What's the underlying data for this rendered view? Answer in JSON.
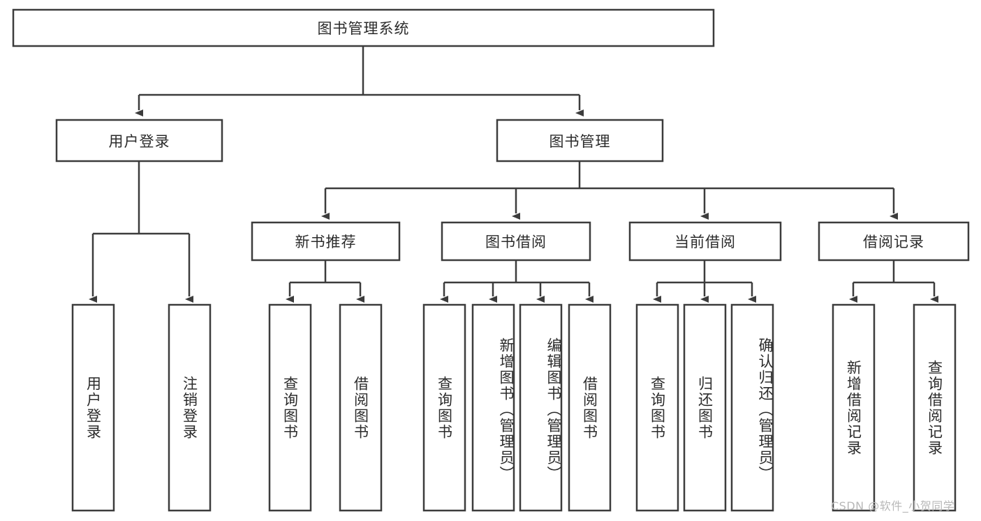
{
  "diagram": {
    "title": "图书管理系统",
    "type": "tree-hierarchy-chart",
    "root": {
      "id": "root",
      "label": "图书管理系统",
      "orientation": "horizontal"
    },
    "level2": [
      {
        "id": "user-login",
        "label": "用户登录",
        "orientation": "horizontal"
      },
      {
        "id": "book-manage",
        "label": "图书管理",
        "orientation": "horizontal"
      }
    ],
    "level3": [
      {
        "id": "new-book-recommend",
        "label": "新书推荐",
        "orientation": "horizontal",
        "parent": "book-manage"
      },
      {
        "id": "book-borrow",
        "label": "图书借阅",
        "orientation": "horizontal",
        "parent": "book-manage"
      },
      {
        "id": "current-borrow",
        "label": "当前借阅",
        "orientation": "horizontal",
        "parent": "book-manage"
      },
      {
        "id": "borrow-record",
        "label": "借阅记录",
        "orientation": "horizontal",
        "parent": "book-manage"
      }
    ],
    "leaves": [
      {
        "id": "leaf-user-login",
        "label": "用户登录",
        "orientation": "vertical",
        "parent": "user-login"
      },
      {
        "id": "leaf-logout-login",
        "label": "注销登录",
        "orientation": "vertical",
        "parent": "user-login"
      },
      {
        "id": "leaf-query-book-1",
        "label": "查询图书",
        "orientation": "vertical",
        "parent": "new-book-recommend"
      },
      {
        "id": "leaf-borrow-book-1",
        "label": "借阅图书",
        "orientation": "vertical",
        "parent": "new-book-recommend"
      },
      {
        "id": "leaf-query-book-2",
        "label": "查询图书",
        "orientation": "vertical",
        "parent": "book-borrow"
      },
      {
        "id": "leaf-add-book",
        "label": "新增图书（管理员）",
        "orientation": "vertical",
        "parent": "book-borrow"
      },
      {
        "id": "leaf-edit-book",
        "label": "编辑图书（管理员）",
        "orientation": "vertical",
        "parent": "book-borrow"
      },
      {
        "id": "leaf-borrow-book-2",
        "label": "借阅图书",
        "orientation": "vertical",
        "parent": "book-borrow"
      },
      {
        "id": "leaf-query-book-3",
        "label": "查询图书",
        "orientation": "vertical",
        "parent": "current-borrow"
      },
      {
        "id": "leaf-return-book",
        "label": "归还图书",
        "orientation": "vertical",
        "parent": "current-borrow"
      },
      {
        "id": "leaf-confirm-return",
        "label": "确认归还（管理员）",
        "orientation": "vertical",
        "parent": "current-borrow"
      },
      {
        "id": "leaf-add-record",
        "label": "新增借阅记录",
        "orientation": "vertical",
        "parent": "borrow-record"
      },
      {
        "id": "leaf-query-record",
        "label": "查询借阅记录",
        "orientation": "vertical",
        "parent": "borrow-record"
      }
    ]
  },
  "watermark": {
    "text": "CSDN @软件_小贺同学"
  },
  "colors": {
    "stroke": "#3c3c3c",
    "box_fill": "#ffffff",
    "text": "#2b2b2b",
    "background": "#ffffff",
    "watermark": "#b8b8b8"
  }
}
